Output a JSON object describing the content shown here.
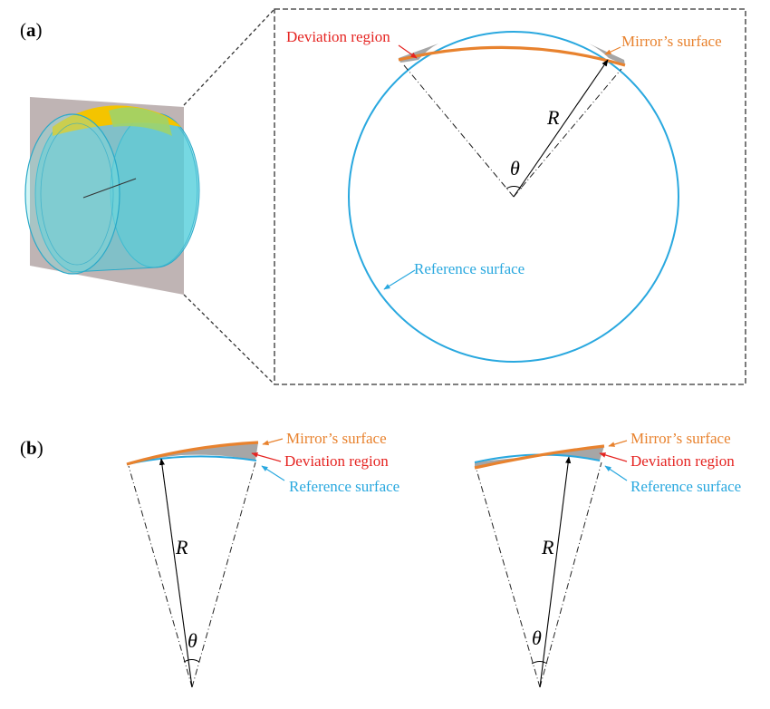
{
  "panels": {
    "a": {
      "open": "(",
      "letter": "a",
      "close": ")"
    },
    "b": {
      "open": "(",
      "letter": "b",
      "close": ")"
    }
  },
  "labels": {
    "deviation_region": "Deviation region",
    "mirror_surface": "Mirror’s surface",
    "reference_surface": "Reference surface",
    "radius_symbol": "R",
    "angle_symbol": "θ"
  },
  "colors": {
    "reference_surface": "#29a8df",
    "mirror_surface": "#e8822e",
    "deviation_region": "#e52421",
    "deviation_fill": "#a6a6a6",
    "dashed_frame": "#333333",
    "cylinder": "#55d4e0",
    "cylinder_edge": "#2ba9c8",
    "mirror_patch": "#f4c400",
    "cut_plane": "#b8acac"
  },
  "icons": {
    "cylinder_3d": "cylinder-3d-model-icon"
  }
}
